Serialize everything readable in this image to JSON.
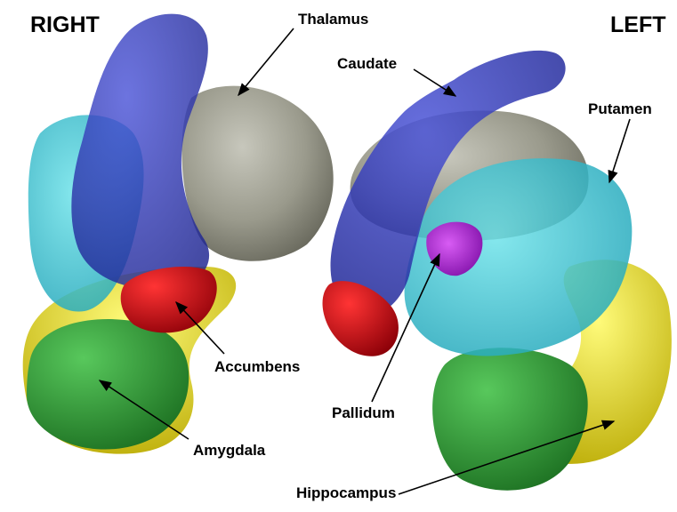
{
  "sides": {
    "right": "RIGHT",
    "left": "LEFT"
  },
  "labels": {
    "thalamus": "Thalamus",
    "caudate": "Caudate",
    "putamen": "Putamen",
    "accumbens": "Accumbens",
    "amygdala": "Amygdala",
    "pallidum": "Pallidum",
    "hippocampus": "Hippocampus"
  },
  "structures": [
    {
      "name": "Thalamus",
      "color": "#8f8f80"
    },
    {
      "name": "Caudate",
      "color": "#2d34b0"
    },
    {
      "name": "Putamen",
      "color": "#34c8d4"
    },
    {
      "name": "Accumbens",
      "color": "#c8141c"
    },
    {
      "name": "Amygdala",
      "color": "#2f9e34"
    },
    {
      "name": "Pallidum",
      "color": "#b020d8"
    },
    {
      "name": "Hippocampus",
      "color": "#e6e026"
    }
  ]
}
